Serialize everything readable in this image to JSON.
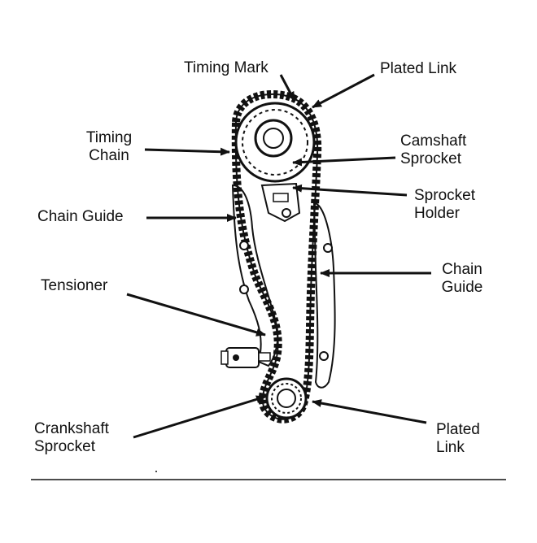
{
  "colors": {
    "ink": "#111111",
    "background": "#ffffff"
  },
  "labels": {
    "timing_mark": "Timing Mark",
    "plated_link_top": "Plated Link",
    "timing_chain": [
      "Timing",
      "Chain"
    ],
    "camshaft_sprocket": [
      "Camshaft",
      "Sprocket"
    ],
    "chain_guide_left": "Chain Guide",
    "sprocket_holder": [
      "Sprocket",
      "Holder"
    ],
    "chain_guide_right": [
      "Chain",
      "Guide"
    ],
    "tensioner": "Tensioner",
    "crankshaft_sprocket": [
      "Crankshaft",
      "Sprocket"
    ],
    "plated_link_bottom": [
      "Plated",
      "Link"
    ]
  }
}
